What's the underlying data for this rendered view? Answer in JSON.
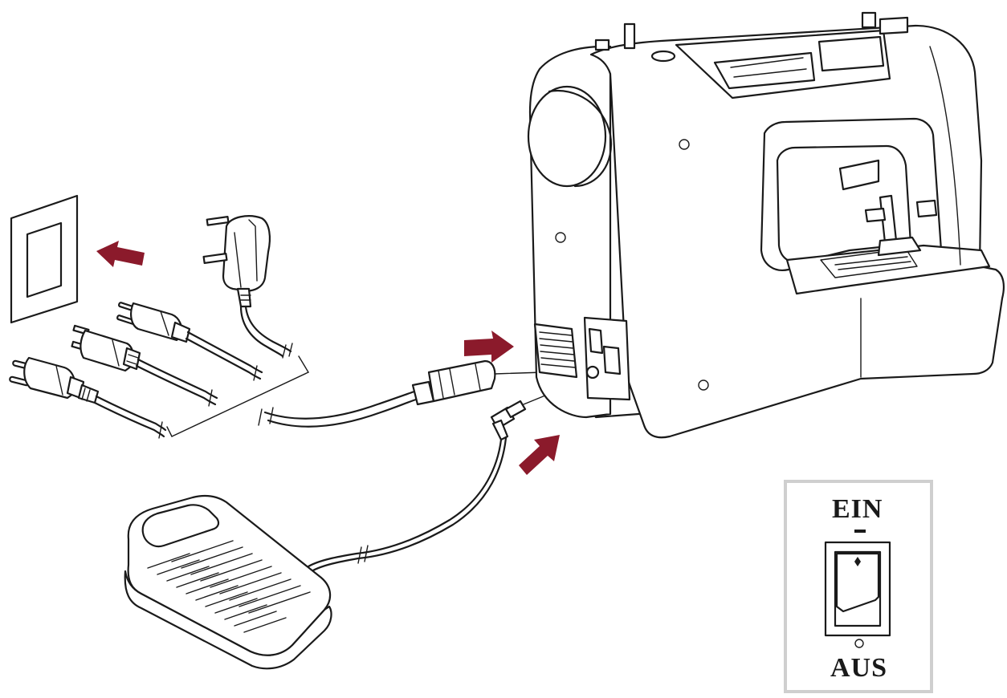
{
  "switch_inset": {
    "on_label": "EIN",
    "off_label": "AUS",
    "on_mark": "I",
    "off_mark": "O"
  },
  "colors": {
    "arrow": "#8b1a2b",
    "line": "#1a1a1a",
    "inset_border": "#cfcfcf"
  },
  "icons": [
    "wall-socket-icon",
    "direction-arrow-icon",
    "uk-plug-adapter-icon",
    "euro-plug-icon",
    "us-plug-icon",
    "power-cord-connector-icon",
    "foot-pedal-plug-icon",
    "foot-pedal-icon",
    "sewing-machine-icon",
    "rocker-switch-icon"
  ]
}
